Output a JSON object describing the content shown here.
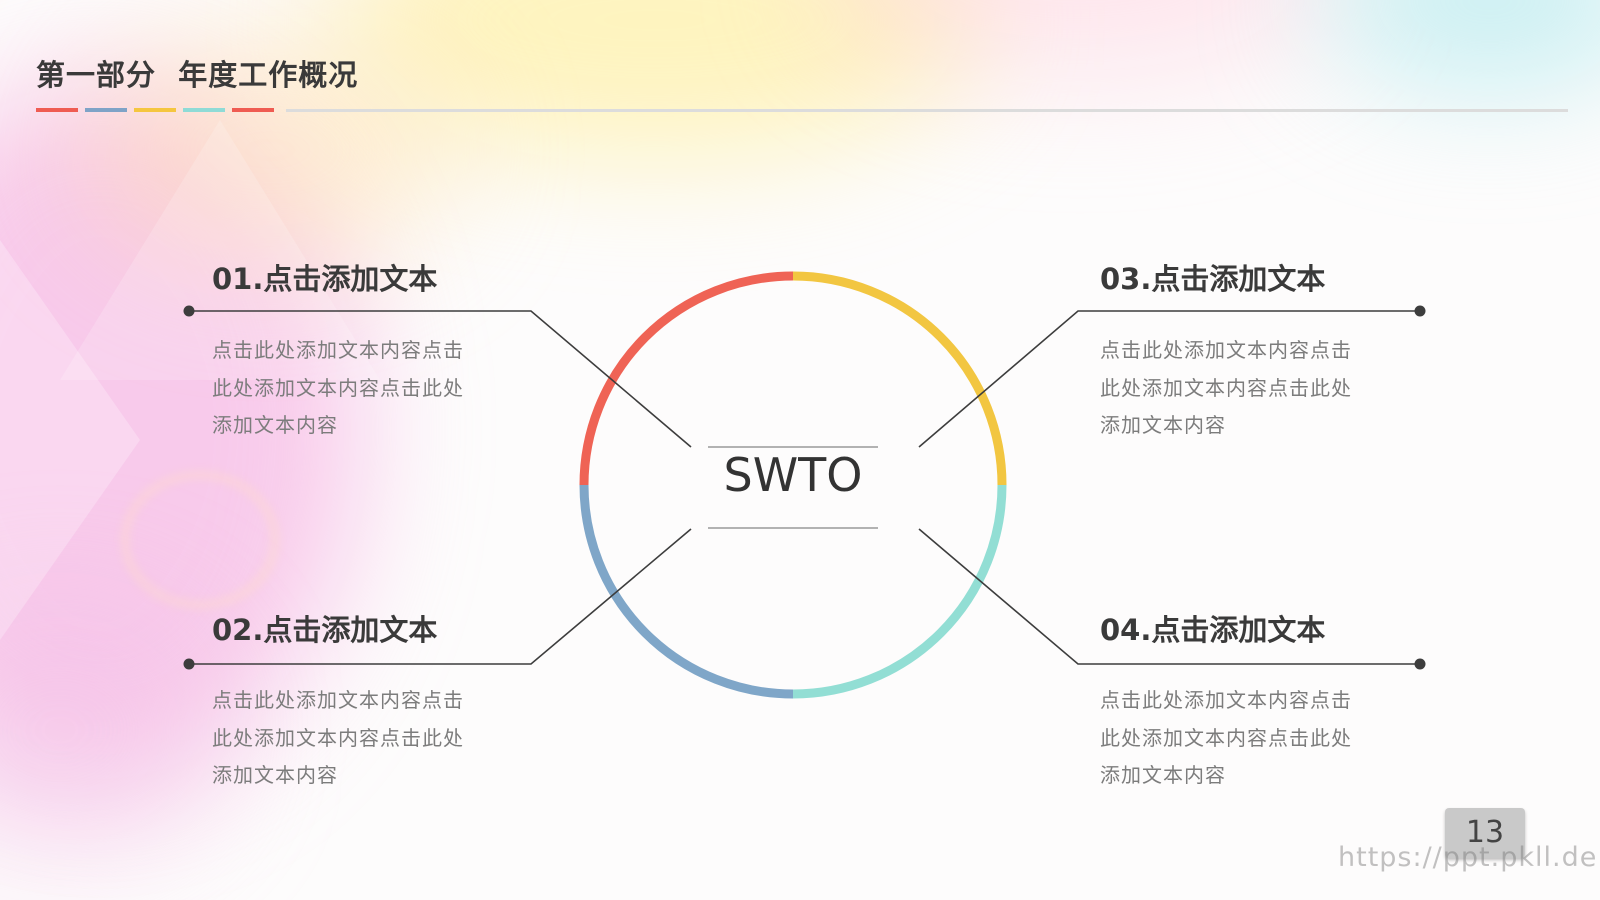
{
  "header": {
    "title": "第一部分  年度工作概况",
    "accent_colors": [
      "#ef5c52",
      "#7fa3c7",
      "#f5c63f",
      "#8fdbd6",
      "#ef5c52"
    ]
  },
  "diagram": {
    "center": "SWTO",
    "ring_colors": {
      "top_left": "#ef6355",
      "top_right": "#f2c641",
      "bottom_right": "#92ded4",
      "bottom_left": "#7fa6c8"
    },
    "items": [
      {
        "title": "01.点击添加文本",
        "body": [
          "点击此处添加文本内容点击",
          "此处添加文本内容点击此处",
          "添加文本内容"
        ]
      },
      {
        "title": "02.点击添加文本",
        "body": [
          "点击此处添加文本内容点击",
          "此处添加文本内容点击此处",
          "添加文本内容"
        ]
      },
      {
        "title": "03.点击添加文本",
        "body": [
          "点击此处添加文本内容点击",
          "此处添加文本内容点击此处",
          "添加文本内容"
        ]
      },
      {
        "title": "04.点击添加文本",
        "body": [
          "点击此处添加文本内容点击",
          "此处添加文本内容点击此处",
          "添加文本内容"
        ]
      }
    ]
  },
  "footer": {
    "page_number": "13",
    "watermark": "https://ppt.pkll.de"
  }
}
